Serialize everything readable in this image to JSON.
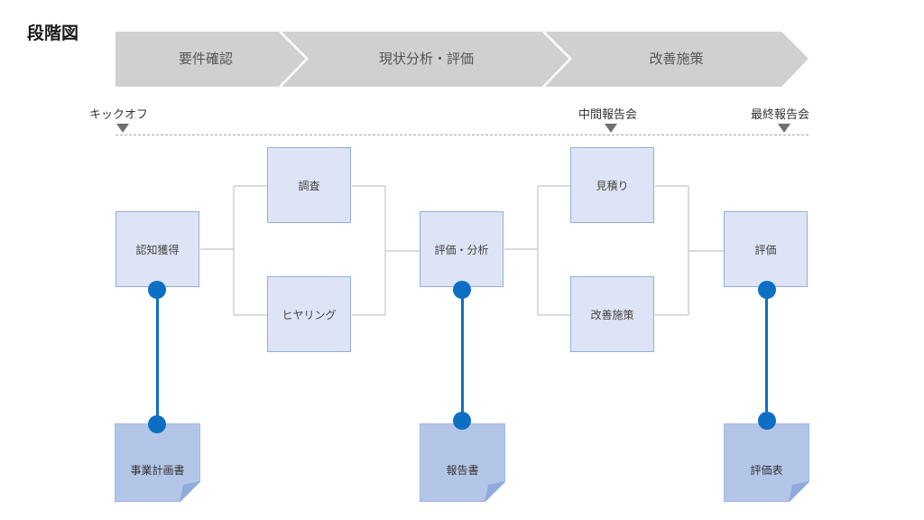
{
  "title": "段階図",
  "phases": [
    "要件確認",
    "現状分析・評価",
    "改善施策"
  ],
  "milestones": [
    "キックオフ",
    "中間報告会",
    "最終報告会"
  ],
  "boxes": {
    "awareness": "認知獲得",
    "survey": "調査",
    "hearing": "ヒヤリング",
    "eval_analysis": "評価・分析",
    "estimate": "見積り",
    "improvement": "改善施策",
    "evaluation": "評価"
  },
  "deliverables": [
    "事業計画書",
    "報告書",
    "評価表"
  ],
  "colors": {
    "phase_fill": "#d0d0d0",
    "box_fill": "#dde4f5",
    "box_border": "#93aedc",
    "doc_fill": "#b4c6e7",
    "accent": "#0d6fc3"
  }
}
